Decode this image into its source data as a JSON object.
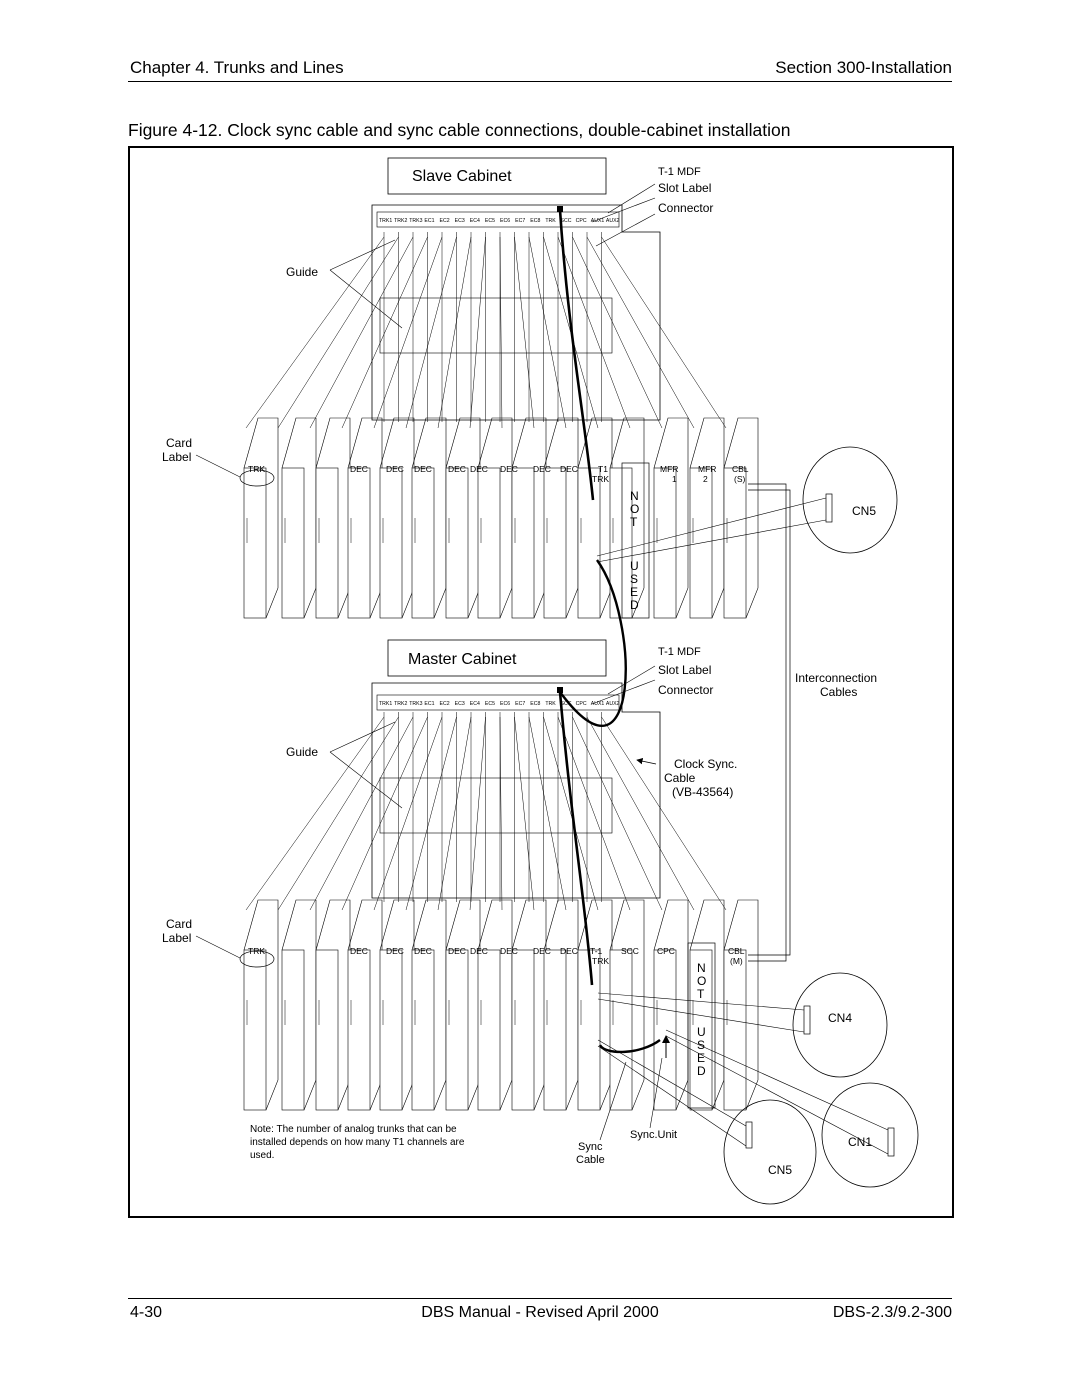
{
  "header": {
    "chapter": "Chapter 4. Trunks and Lines",
    "section": "Section 300-Installation"
  },
  "figure": {
    "title": "Figure 4-12. Clock sync cable and sync cable connections, double-cabinet installation",
    "slave_title": "Slave Cabinet",
    "master_title": "Master Cabinet",
    "t1_mdf": "T-1 MDF",
    "slot_label": "Slot Label",
    "connector": "Connector",
    "guide": "Guide",
    "card_label_1": "Card",
    "card_label_2": "Label",
    "interconnection_1": "Interconnection",
    "interconnection_2": "Cables",
    "clock_sync_1": "Clock Sync.",
    "clock_sync_2": "Cable",
    "clock_sync_3": "(VB-43564)",
    "sync_unit": "Sync.Unit",
    "sync_cable_1": "Sync",
    "sync_cable_2": "Cable",
    "cn5": "CN5",
    "cn4": "CN4",
    "cn1": "CN1",
    "note_1": "Note: The number of analog trunks that can be",
    "note_2": "installed depends on how many T1 channels are",
    "note_3": "used.",
    "slot_labels": [
      "TRK1",
      "TRK2",
      "TRK3",
      "EC1",
      "EC2",
      "EC3",
      "EC4",
      "EC5",
      "EC6",
      "EC7",
      "EC8",
      "TRK",
      "SCC",
      "CPC",
      "AUX1",
      "AUX2"
    ],
    "slave_cards": [
      "TRK",
      "DEC",
      "DEC",
      "DEC",
      "DEC",
      "DEC",
      "DEC",
      "DEC",
      "DEC",
      "T1",
      "TRK",
      "MFR",
      "1",
      "MFR",
      "2",
      "CBL",
      "(S)"
    ],
    "master_cards": [
      "TRK",
      "DEC",
      "DEC",
      "DEC",
      "DEC",
      "DEC",
      "DEC",
      "DEC",
      "DEC",
      "T-1",
      "TRK",
      "SCC",
      "CPC",
      "CBL",
      "(M)"
    ],
    "not_used": [
      "N",
      "O",
      "T",
      "U",
      "S",
      "E",
      "D"
    ]
  },
  "footer": {
    "page": "4-30",
    "manual": "DBS Manual - Revised April 2000",
    "doc": "DBS-2.3/9.2-300"
  }
}
